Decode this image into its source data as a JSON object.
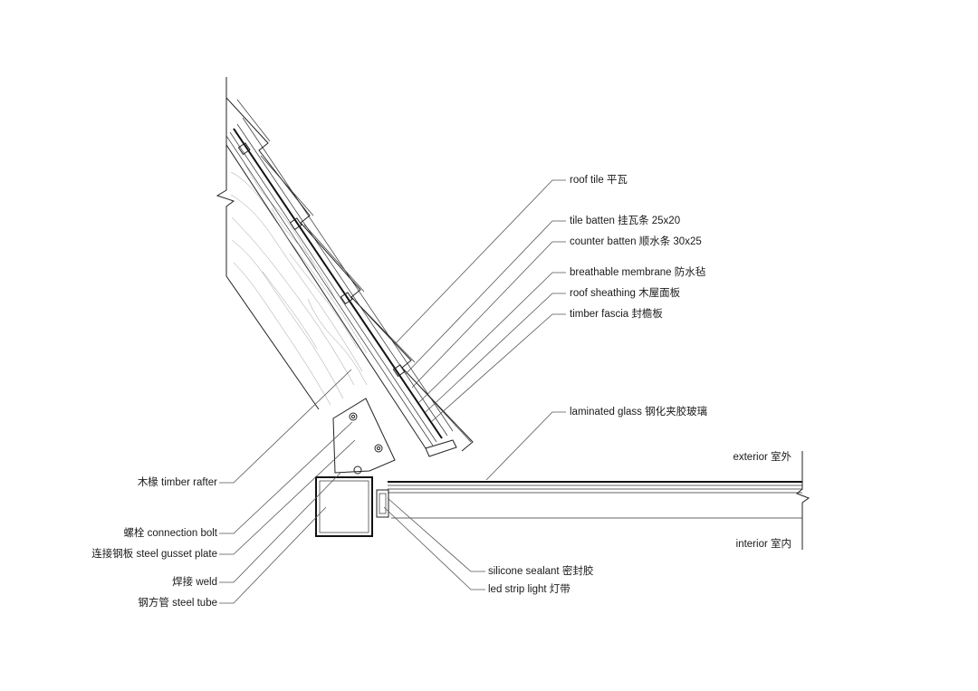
{
  "labels": {
    "roof_tile": "roof tile   平瓦",
    "tile_batten": "tile batten  挂瓦条  25x20",
    "counter_batten": "counter batten  顺水条  30x25",
    "breathable_membrane": "breathable membrane  防水毡",
    "roof_sheathing": "roof sheathing  木屋面板",
    "timber_fascia": "timber fascia     封檐板",
    "laminated_glass": "laminated glass 钢化夹胶玻璃",
    "exterior": "exterior 室外",
    "interior": "interior  室内",
    "timber_rafter": "木椽  timber rafter",
    "connection_bolt": "螺栓  connection bolt",
    "steel_gusset_plate": "连接钢板  steel gusset plate",
    "weld": "焊接  weld",
    "steel_tube": "钢方管  steel tube",
    "silicone_sealant": "silicone sealant  密封胶",
    "led_strip_light": "led strip light  灯带"
  }
}
